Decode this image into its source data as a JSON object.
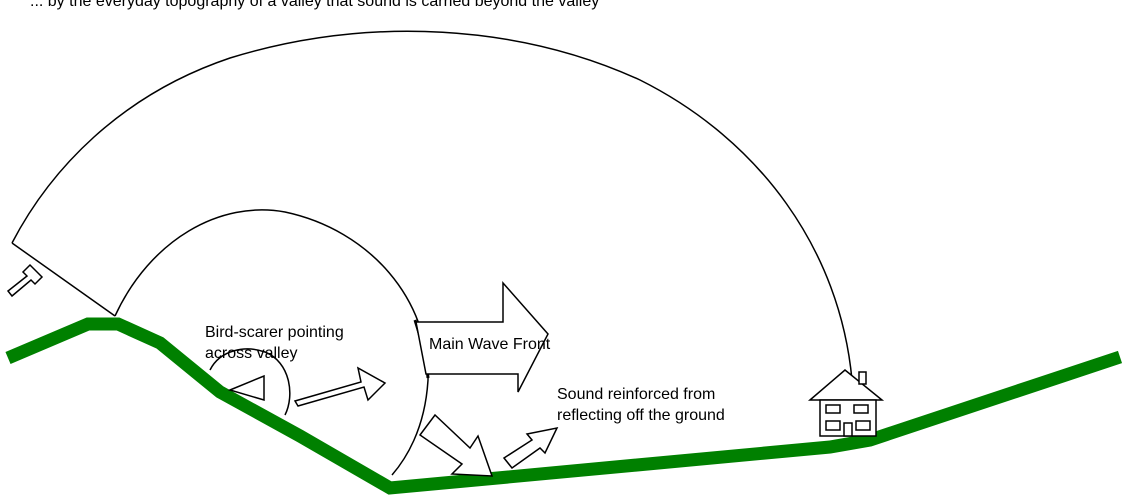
{
  "header_text": "... by the everyday topography of a valley that sound is carried beyond the valley",
  "labels": {
    "bird_scarer_line1": "Bird-scarer pointing",
    "bird_scarer_line2": "across valley",
    "main_wave_front": "Main Wave Front",
    "reinforced_line1": "Sound reinforced from",
    "reinforced_line2": "reflecting off the ground"
  },
  "colors": {
    "ground": "#008000",
    "stroke": "#000000",
    "background": "#ffffff"
  },
  "icons": [
    "bird-scarer-icon",
    "house-icon",
    "arrow-icon"
  ]
}
